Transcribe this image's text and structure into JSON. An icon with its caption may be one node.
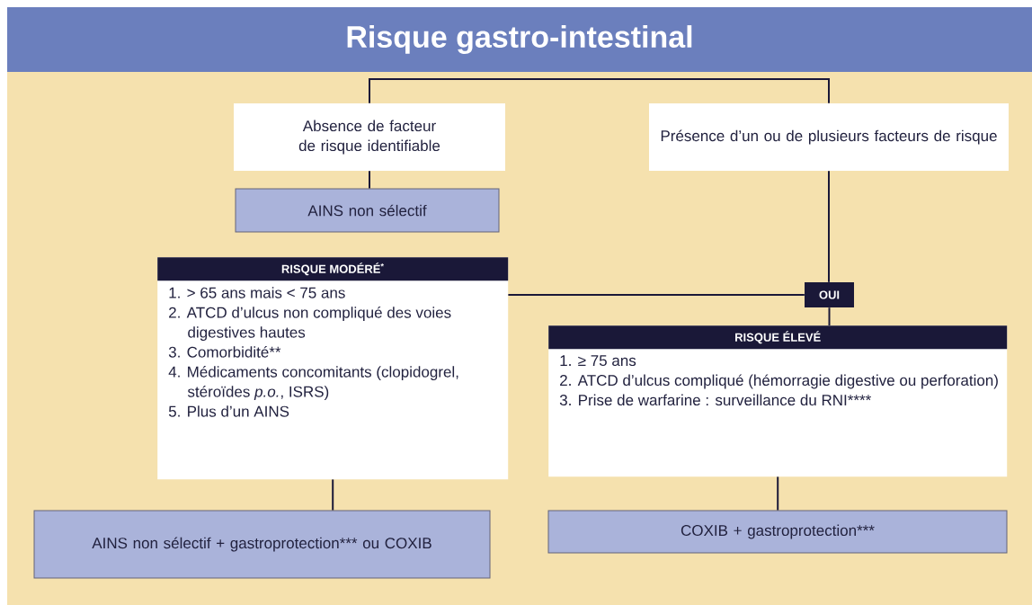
{
  "diagram": {
    "title": "Risque gastro-intestinal",
    "nodes": [
      {
        "text": [
          "Absence de facteur de risque identifiable"
        ]
      },
      {
        "text": [
          "Présence d’un ou de plusieurs facteurs de risque"
        ]
      },
      {
        "text": [
          "AINS non sélectif"
        ]
      },
      {
        "text": [
          "RISQUE MODÉRÉ$^{*}$",
          "1. > 65 ans mais < 75 ans",
          "2. ATCD d’ulcus non compliqué des voies digestives hautes",
          "3. Comorbidité**",
          "4. Médicaments concomitants (clopidogrel, stéroïdes *p.o.*, ISRS)",
          "5. Plus d’un AINS"
        ]
      },
      {
        "text": [
          "OUI"
        ]
      },
      {
        "text": [
          "RISQUE ÉLEVÉ",
          "1. ≥ 75 ans",
          "2. ATCD d’ulcus compliqué (hémorragie digestive ou perforation)",
          "3. Prise de warfarine : surveillance du RNI****"
        ]
      },
      {
        "text": [
          "AINS non sélectif + gastroprotection*** ou COXIB"
        ]
      },
      {
        "text": [
          "COXIB + gastroprotection***"
        ]
      }
    ],
    "edges": [
      {
        "from": null,
        "to": 0,
        "arrow": "none"
      },
      {
        "from": null,
        "to": 1,
        "arrow": "none"
      },
      {
        "from": 0,
        "to": 2,
        "arrow": "none"
      },
      {
        "from": 1,
        "to": 4,
        "arrow": "none"
      },
      {
        "from": 4,
        "to": 3,
        "arrow": "none"
      },
      {
        "from": 4,
        "to": 5,
        "arrow": "none"
      },
      {
        "from": 3,
        "to": 6,
        "arrow": "none"
      },
      {
        "from": 5,
        "to": 7,
        "arrow": "none"
      }
    ]
  }
}
